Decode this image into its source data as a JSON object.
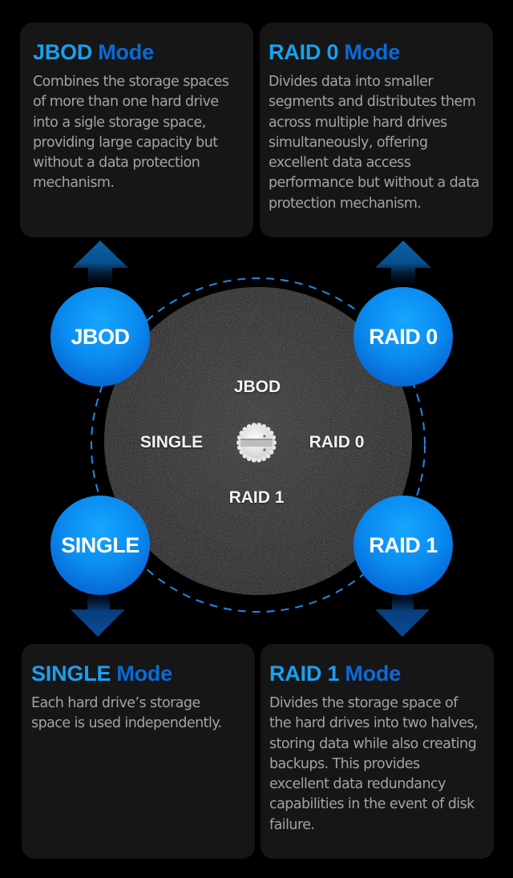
{
  "colors": {
    "background": "#000000",
    "card_bg": "#161616",
    "title_keyword": "#1aa0ef",
    "title_mode": "#0a6ad8",
    "body_text": "#a3a3a3",
    "bubble_top": "#16a6ff",
    "bubble_bottom": "#0552c4",
    "dashed_ring": "#1c8ce6",
    "disc": "#3a3a3a"
  },
  "cards": {
    "jbod": {
      "keyword": "JBOD",
      "mode": "Mode",
      "description": "Combines the storage spaces of more than one hard drive into a sigle storage space, providing large capacity but without a data protection mechanism."
    },
    "raid0": {
      "keyword": "RAID 0",
      "mode": "Mode",
      "description": "Divides data into smaller segments and distributes them across multiple hard drives simultaneously, offering excellent data access performance but without a data protection mechanism."
    },
    "single": {
      "keyword": "SINGLE",
      "mode": "Mode",
      "description": "Each hard drive’s storage space is used independently."
    },
    "raid1": {
      "keyword": "RAID 1",
      "mode": "Mode",
      "description": "Divides the storage space of the hard drives into two halves, storing data while also creating backups. This provides excellent data redundancy capabilities in the event of disk failure."
    }
  },
  "bubbles": {
    "jbod": "JBOD",
    "raid0": "RAID 0",
    "single": "SINGLE",
    "raid1": "RAID 1"
  },
  "dial": {
    "top": "JBOD",
    "left": "SINGLE",
    "right": "RAID 0",
    "bottom": "RAID 1",
    "knob_icon": "mode-selector-knob"
  }
}
